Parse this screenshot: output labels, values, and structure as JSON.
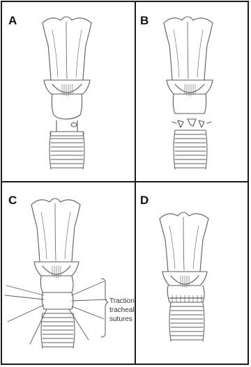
{
  "panels": [
    {
      "label": "A",
      "stage": "intact"
    },
    {
      "label": "B",
      "stage": "cricoid-separated"
    },
    {
      "label": "C",
      "stage": "traction-sutures"
    },
    {
      "label": "D",
      "stage": "anastomosis"
    }
  ],
  "annotation": {
    "line1": "Traction",
    "line2": "tracheal",
    "line3": "sutures"
  },
  "colors": {
    "stroke": "#5a5a5a",
    "border": "#1a1a1a",
    "hatch": "#777777"
  }
}
